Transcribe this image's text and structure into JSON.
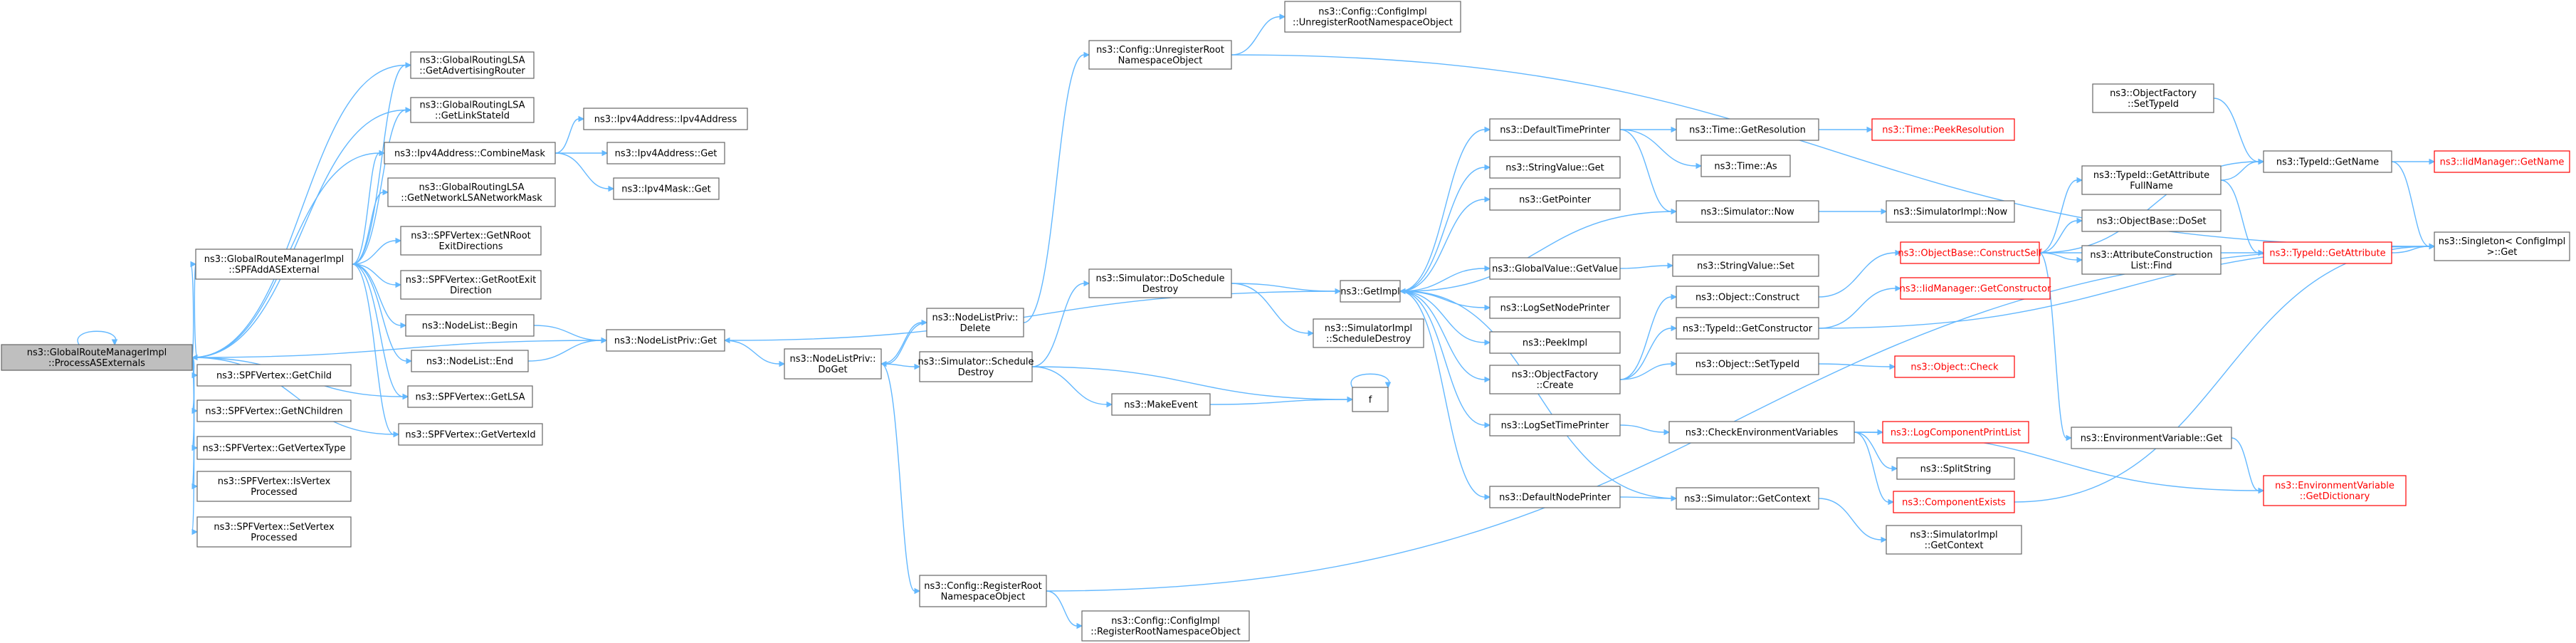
{
  "graph": {
    "colors": {
      "edge": "#63b8ff",
      "root_fill": "#bfbfbf",
      "node_border": "#666666",
      "truncated_border": "#ff0000"
    },
    "nodes": [
      {
        "id": "root",
        "lines": [
          "ns3::GlobalRouteManagerImpl",
          "::ProcessASExternals"
        ],
        "root": true
      },
      {
        "id": "getAdvRouter",
        "lines": [
          "ns3::GlobalRoutingLSA",
          "::GetAdvertisingRouter"
        ]
      },
      {
        "id": "getLinkStateId",
        "lines": [
          "ns3::GlobalRoutingLSA",
          "::GetLinkStateId"
        ]
      },
      {
        "id": "combineMask",
        "lines": [
          "ns3::Ipv4Address::CombineMask"
        ]
      },
      {
        "id": "ipv4Ctor",
        "lines": [
          "ns3::Ipv4Address::Ipv4Address"
        ]
      },
      {
        "id": "ipv4Get",
        "lines": [
          "ns3::Ipv4Address::Get"
        ]
      },
      {
        "id": "ipv4MaskGet",
        "lines": [
          "ns3::Ipv4Mask::Get"
        ]
      },
      {
        "id": "getNetMask",
        "lines": [
          "ns3::GlobalRoutingLSA",
          "::GetNetworkLSANetworkMask"
        ]
      },
      {
        "id": "spfAdd",
        "lines": [
          "ns3::GlobalRouteManagerImpl",
          "::SPFAddASExternal"
        ]
      },
      {
        "id": "getNRootExit",
        "lines": [
          "ns3::SPFVertex::GetNRoot",
          "ExitDirections"
        ]
      },
      {
        "id": "getRootExit",
        "lines": [
          "ns3::SPFVertex::GetRootExit",
          "Direction"
        ]
      },
      {
        "id": "nodeListBegin",
        "lines": [
          "ns3::NodeList::Begin"
        ]
      },
      {
        "id": "nodeListEnd",
        "lines": [
          "ns3::NodeList::End"
        ]
      },
      {
        "id": "getLSA",
        "lines": [
          "ns3::SPFVertex::GetLSA"
        ]
      },
      {
        "id": "getVertexId",
        "lines": [
          "ns3::SPFVertex::GetVertexId"
        ]
      },
      {
        "id": "getChild",
        "lines": [
          "ns3::SPFVertex::GetChild"
        ]
      },
      {
        "id": "getNChildren",
        "lines": [
          "ns3::SPFVertex::GetNChildren"
        ]
      },
      {
        "id": "getVertexType",
        "lines": [
          "ns3::SPFVertex::GetVertexType"
        ]
      },
      {
        "id": "isVertexProcessed",
        "lines": [
          "ns3::SPFVertex::IsVertex",
          "Processed"
        ]
      },
      {
        "id": "setVertexProcessed",
        "lines": [
          "ns3::SPFVertex::SetVertex",
          "Processed"
        ]
      },
      {
        "id": "nlpGet",
        "lines": [
          "ns3::NodeListPriv::Get"
        ]
      },
      {
        "id": "nlpDoGet",
        "lines": [
          "ns3::NodeListPriv::",
          "DoGet"
        ]
      },
      {
        "id": "nlpDelete",
        "lines": [
          "ns3::NodeListPriv::",
          "Delete"
        ]
      },
      {
        "id": "schedDestroy",
        "lines": [
          "ns3::Simulator::Schedule",
          "Destroy"
        ]
      },
      {
        "id": "cfgUnreg",
        "lines": [
          "ns3::Config::UnregisterRoot",
          "NamespaceObject"
        ]
      },
      {
        "id": "cfgImplUnreg",
        "lines": [
          "ns3::Config::ConfigImpl",
          "::UnregisterRootNamespaceObject"
        ]
      },
      {
        "id": "cfgReg",
        "lines": [
          "ns3::Config::RegisterRoot",
          "NamespaceObject"
        ]
      },
      {
        "id": "cfgImplReg",
        "lines": [
          "ns3::Config::ConfigImpl",
          "::RegisterRootNamespaceObject"
        ]
      },
      {
        "id": "doSchedDestroy",
        "lines": [
          "ns3::Simulator::DoSchedule",
          "Destroy"
        ]
      },
      {
        "id": "implSchedDestroy",
        "lines": [
          "ns3::SimulatorImpl",
          "::ScheduleDestroy"
        ]
      },
      {
        "id": "makeEvent",
        "lines": [
          "ns3::MakeEvent"
        ]
      },
      {
        "id": "f",
        "lines": [
          "f"
        ]
      },
      {
        "id": "getImpl",
        "lines": [
          "ns3::GetImpl"
        ]
      },
      {
        "id": "defTimePrinter",
        "lines": [
          "ns3::DefaultTimePrinter"
        ]
      },
      {
        "id": "strValGet",
        "lines": [
          "ns3::StringValue::Get"
        ]
      },
      {
        "id": "getPointer",
        "lines": [
          "ns3::GetPointer"
        ]
      },
      {
        "id": "simNow",
        "lines": [
          "ns3::Simulator::Now"
        ]
      },
      {
        "id": "globalValGet",
        "lines": [
          "ns3::GlobalValue::GetValue"
        ]
      },
      {
        "id": "logSetNodePrinter",
        "lines": [
          "ns3::LogSetNodePrinter"
        ]
      },
      {
        "id": "peekImpl",
        "lines": [
          "ns3::PeekImpl"
        ]
      },
      {
        "id": "objFactoryCreate",
        "lines": [
          "ns3::ObjectFactory",
          "::Create"
        ]
      },
      {
        "id": "logSetTimePrinter",
        "lines": [
          "ns3::LogSetTimePrinter"
        ]
      },
      {
        "id": "defNodePrinter",
        "lines": [
          "ns3::DefaultNodePrinter"
        ]
      },
      {
        "id": "timeGetRes",
        "lines": [
          "ns3::Time::GetResolution"
        ]
      },
      {
        "id": "timePeekRes",
        "lines": [
          "ns3::Time::PeekResolution"
        ],
        "truncated": true
      },
      {
        "id": "timeAs",
        "lines": [
          "ns3::Time::As"
        ]
      },
      {
        "id": "implNow",
        "lines": [
          "ns3::SimulatorImpl::Now"
        ]
      },
      {
        "id": "strValSet",
        "lines": [
          "ns3::StringValue::Set"
        ]
      },
      {
        "id": "objConstruct",
        "lines": [
          "ns3::Object::Construct"
        ]
      },
      {
        "id": "typeGetCtor",
        "lines": [
          "ns3::TypeId::GetConstructor"
        ]
      },
      {
        "id": "objSetTypeId",
        "lines": [
          "ns3::Object::SetTypeId"
        ]
      },
      {
        "id": "checkEnv",
        "lines": [
          "ns3::CheckEnvironmentVariables"
        ]
      },
      {
        "id": "simGetContext",
        "lines": [
          "ns3::Simulator::GetContext"
        ]
      },
      {
        "id": "objBaseConstructSelf",
        "lines": [
          "ns3::ObjectBase::ConstructSelf"
        ],
        "truncated": true
      },
      {
        "id": "iidGetCtor",
        "lines": [
          "ns3::IidManager::GetConstructor"
        ],
        "truncated": true
      },
      {
        "id": "objCheck",
        "lines": [
          "ns3::Object::Check"
        ],
        "truncated": true
      },
      {
        "id": "logCompPrintList",
        "lines": [
          "ns3::LogComponentPrintList"
        ],
        "truncated": true
      },
      {
        "id": "splitString",
        "lines": [
          "ns3::SplitString"
        ]
      },
      {
        "id": "compExists",
        "lines": [
          "ns3::ComponentExists"
        ],
        "truncated": true
      },
      {
        "id": "implGetContext",
        "lines": [
          "ns3::SimulatorImpl",
          "::GetContext"
        ]
      },
      {
        "id": "objFactorySetTypeId",
        "lines": [
          "ns3::ObjectFactory",
          "::SetTypeId"
        ]
      },
      {
        "id": "typeGetAttrFull",
        "lines": [
          "ns3::TypeId::GetAttribute",
          "FullName"
        ]
      },
      {
        "id": "objBaseDoSet",
        "lines": [
          "ns3::ObjectBase::DoSet"
        ]
      },
      {
        "id": "attrConstructFind",
        "lines": [
          "ns3::AttributeConstruction",
          "List::Find"
        ]
      },
      {
        "id": "envVarGet",
        "lines": [
          "ns3::EnvironmentVariable::Get"
        ]
      },
      {
        "id": "typeGetName",
        "lines": [
          "ns3::TypeId::GetName"
        ]
      },
      {
        "id": "iidGetName",
        "lines": [
          "ns3::IidManager::GetName"
        ],
        "truncated": true
      },
      {
        "id": "typeGetAttr",
        "lines": [
          "ns3::TypeId::GetAttribute"
        ],
        "truncated": true
      },
      {
        "id": "envVarGetDict",
        "lines": [
          "ns3::EnvironmentVariable",
          "::GetDictionary"
        ],
        "truncated": true
      },
      {
        "id": "singletonGet",
        "lines": [
          "ns3::Singleton< ConfigImpl",
          ">::Get"
        ]
      }
    ]
  }
}
